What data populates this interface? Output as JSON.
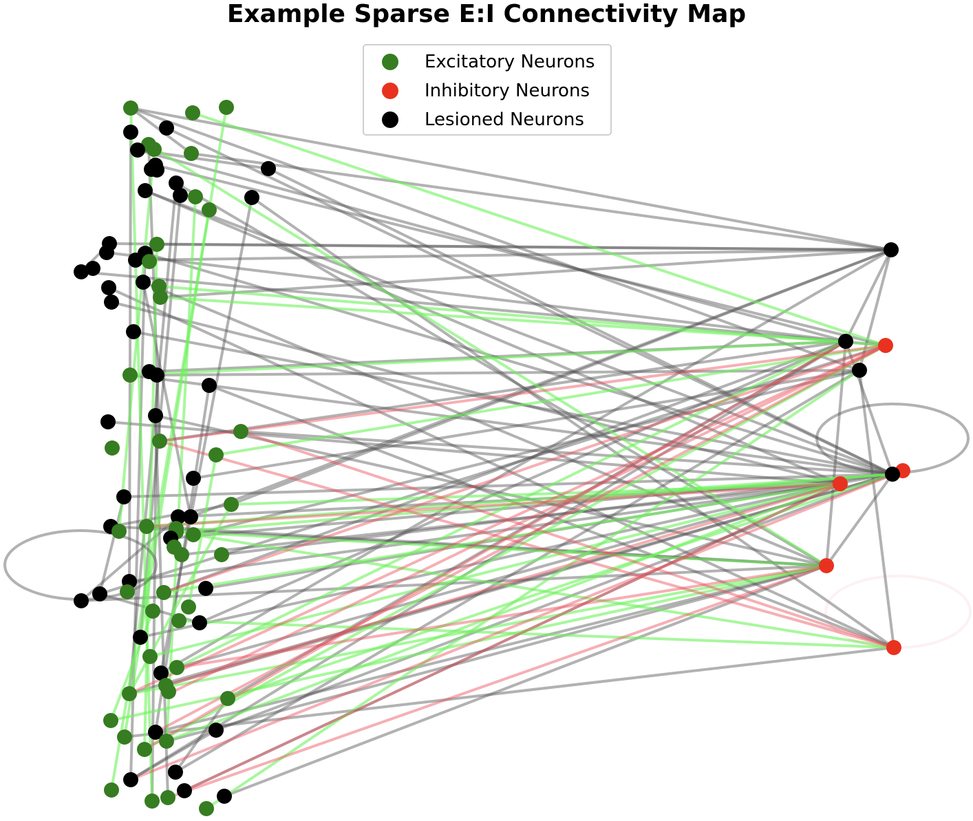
{
  "title": "Example Sparse E:I Connectivity Map",
  "legend": {
    "items": [
      {
        "label": "Excitatory Neurons",
        "color": "#367c20"
      },
      {
        "label": "Inhibitory Neurons",
        "color": "#e8321f"
      },
      {
        "label": "Lesioned Neurons",
        "color": "#000000"
      }
    ]
  },
  "colors": {
    "excitatory": "#367c20",
    "inhibitory": "#e8321f",
    "lesioned": "#000000",
    "edge_excitatory": "#6ef25c",
    "edge_inhibitory": "#e8505a",
    "edge_lesioned": "#555555"
  }
}
